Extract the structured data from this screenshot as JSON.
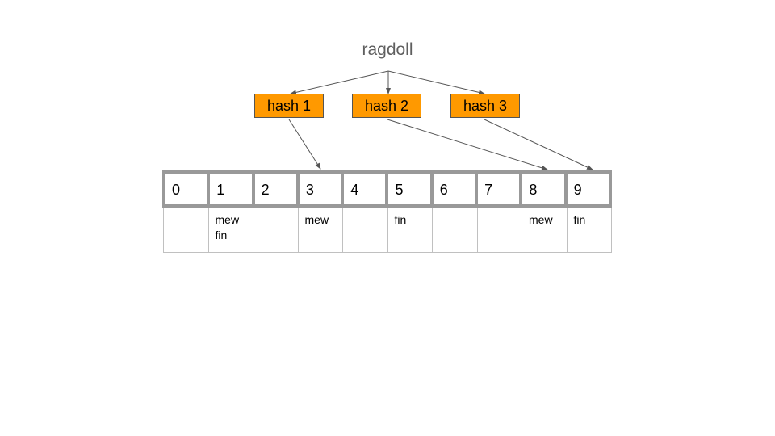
{
  "key": "ragdoll",
  "hashes": [
    "hash 1",
    "hash 2",
    "hash 3"
  ],
  "hash_targets": [
    3,
    8,
    9
  ],
  "colors": {
    "hash_fill": "#ff9900",
    "array_border": "#999999",
    "text_gray": "#5f5f5f",
    "arrow": "#555555"
  },
  "bits": [
    "0",
    "1",
    "2",
    "3",
    "4",
    "5",
    "6",
    "7",
    "8",
    "9"
  ],
  "buckets": [
    [],
    [
      "mew",
      "fin"
    ],
    [],
    [
      "mew"
    ],
    [],
    [
      "fin"
    ],
    [],
    [],
    [
      "mew"
    ],
    [
      "fin"
    ]
  ]
}
